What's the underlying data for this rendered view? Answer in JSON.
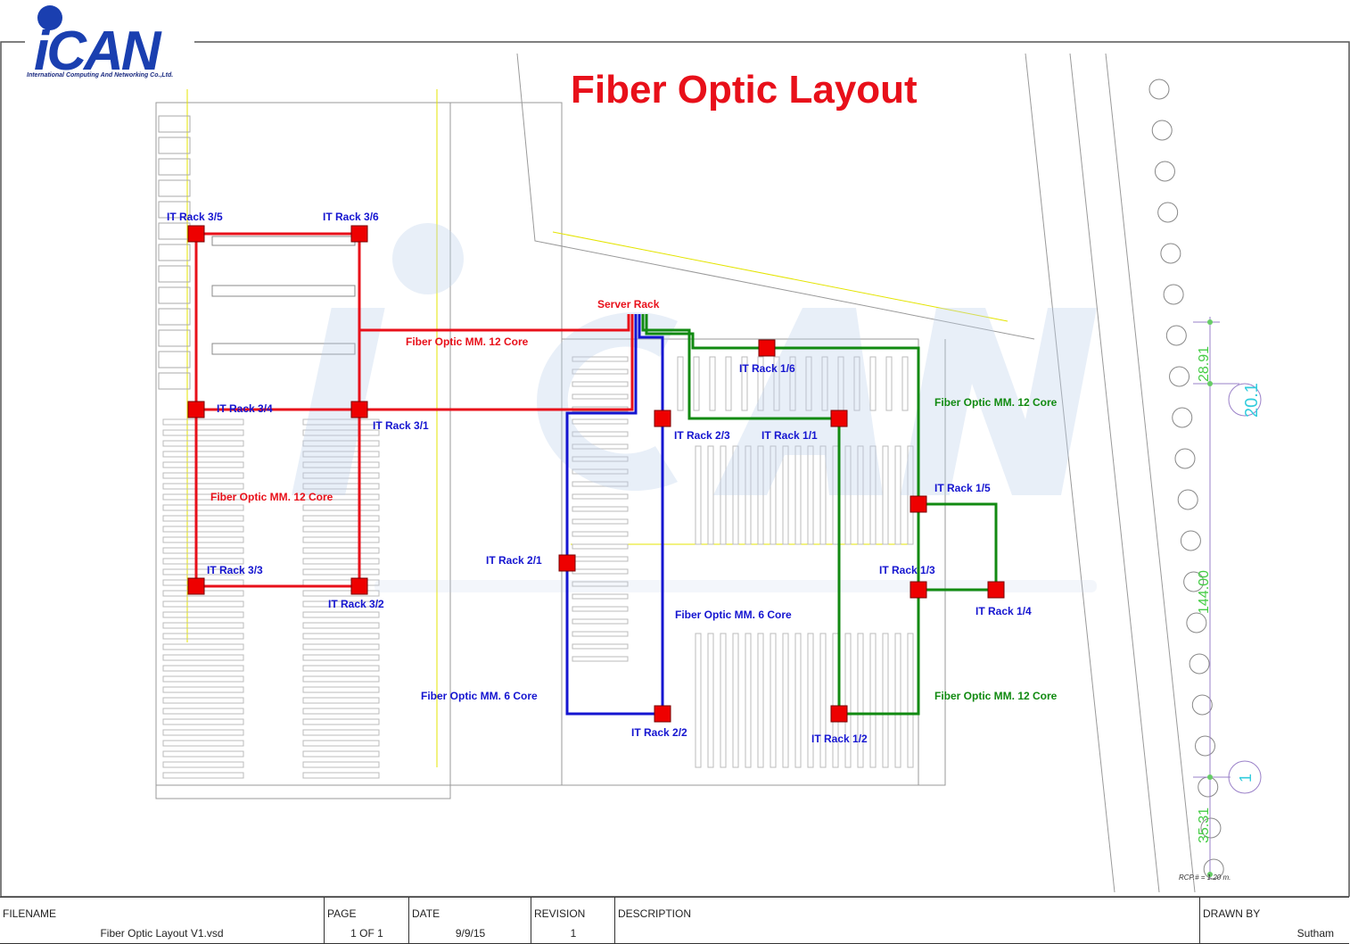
{
  "logo": {
    "name": "iCAN",
    "tagline": "International Computing And Networking Co.,Ltd."
  },
  "title": "Fiber Optic Layout",
  "colors": {
    "red": "#e8101a",
    "blue": "#1515d0",
    "green": "#118a11",
    "rack": "#ee0000",
    "title": "#e8101a"
  },
  "server_rack": "Server Rack",
  "racks": {
    "r35": "IT Rack 3/5",
    "r36": "IT Rack 3/6",
    "r34": "IT Rack 3/4",
    "r31": "IT Rack 3/1",
    "r33": "IT Rack 3/3",
    "r32": "IT Rack 3/2",
    "r21": "IT Rack 2/1",
    "r22": "IT Rack 2/2",
    "r23": "IT Rack 2/3",
    "r11": "IT Rack 1/1",
    "r12": "IT Rack 1/2",
    "r13": "IT Rack 1/3",
    "r14": "IT Rack 1/4",
    "r15": "IT Rack 1/5",
    "r16": "IT Rack 1/6"
  },
  "cables": {
    "red_top": "Fiber Optic MM. 12 Core",
    "red_left": "Fiber Optic MM. 12 Core",
    "blue_mid": "Fiber Optic MM. 6 Core",
    "blue_bottom": "Fiber Optic MM. 6 Core",
    "green_top": "Fiber Optic MM. 12 Core",
    "green_bottom": "Fiber Optic MM. 12 Core"
  },
  "dimensions": {
    "d1": "28.91",
    "d2": "144.00",
    "d3": "35.31",
    "grid_a": "20.1",
    "grid_b": "1",
    "note": "RCP.# = 1.20 m."
  },
  "watermark": {
    "main": "iCAN",
    "sub": "International Computing And Networking Co.,Ltd."
  },
  "title_block": {
    "filename_label": "FILENAME",
    "filename": "Fiber Optic Layout V1.vsd",
    "page_label": "PAGE",
    "page": "1 OF 1",
    "date_label": "DATE",
    "date": "9/9/15",
    "revision_label": "REVISION",
    "revision": "1",
    "description_label": "DESCRIPTION",
    "description": "",
    "drawn_by_label": "DRAWN BY",
    "drawn_by": "Sutham"
  }
}
